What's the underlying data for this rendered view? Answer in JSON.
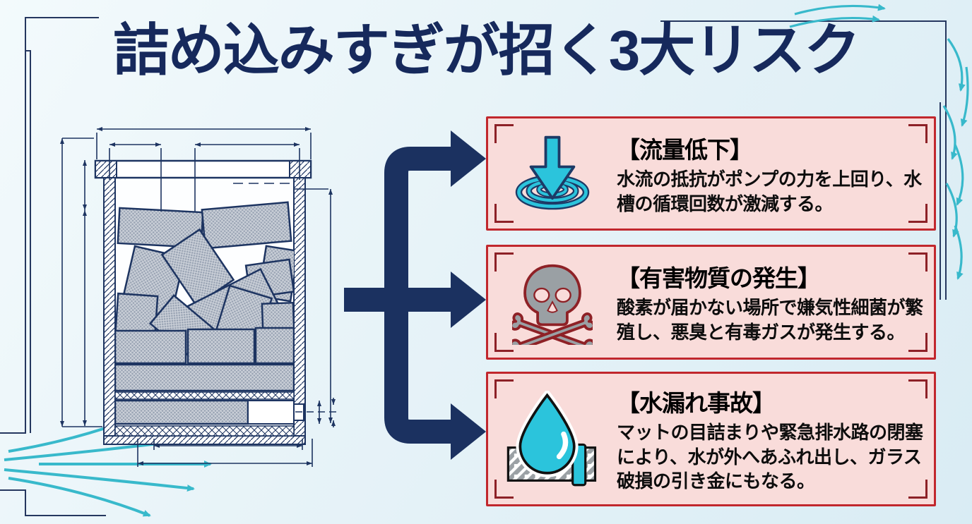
{
  "title": "詰め込みすぎが招く3大リスク",
  "diagram": {
    "name": "overpacked-filter-tank-blueprint",
    "style": "technical blueprint of a filter tank overfilled with tilted media blocks, with dimension lines"
  },
  "risks": [
    {
      "icon": "flow-down-ripple-icon",
      "heading": "【流量低下】",
      "body": "水流の抵抗がポンプの力を上回り、水槽の循環回数が激減する。"
    },
    {
      "icon": "skull-crossbones-icon",
      "heading": "【有害物質の発生】",
      "body": "酸素が届かない場所で嫌気性細菌が繁殖し、悪臭と有毒ガスが発生する。"
    },
    {
      "icon": "water-drop-leak-icon",
      "heading": "【水漏れ事故】",
      "body": "マットの目詰まりや緊急排水路の閉塞により、水が外へあふれ出し、ガラス破損の引き金にもなる。"
    }
  ],
  "colors": {
    "navy": "#1b3160",
    "cyan_icon": "#2bc4dc",
    "cyan_decor": "#38b9cb",
    "box_bg": "#f9dcda",
    "box_border": "#c1272d",
    "bracket": "#8d2127",
    "skull_gray": "#9aa0a4",
    "background": "#e7f3f8"
  }
}
